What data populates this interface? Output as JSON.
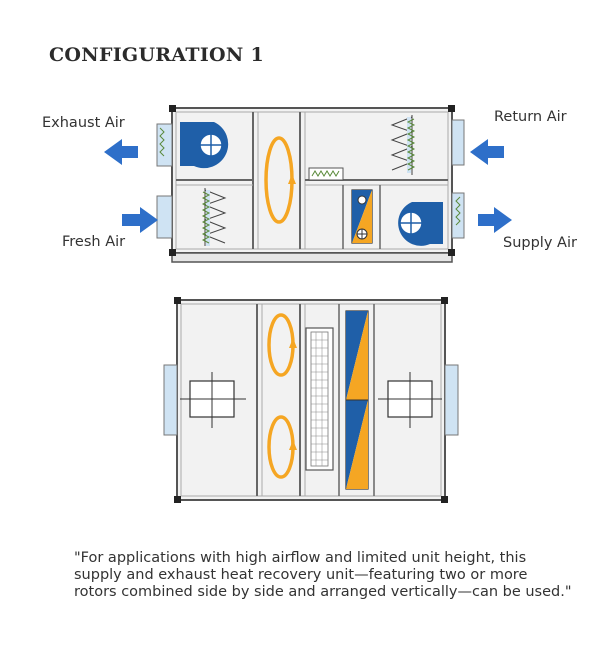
{
  "title": "CONFIGURATION 1",
  "labels": {
    "exhaust_air": "Exhaust Air",
    "return_air": "Return Air",
    "fresh_air": "Fresh Air",
    "supply_air": "Supply Air"
  },
  "caption": "\"For applications with high airflow and limited unit height, this supply and exhaust heat recovery unit—featuring two or more rotors combined side by side and arranged vertically—can be used.\"",
  "colors": {
    "frame": "#555555",
    "panel": "#f2f2f2",
    "fan_blue": "#1f5fa8",
    "arrow_blue": "#2e6fc9",
    "rotor_orange": "#f5a623",
    "damper_blue": "#cfe3f3"
  },
  "icons": [
    "blower-fan-icon",
    "filter-icon",
    "heat-wheel-icon",
    "heating-coil-icon",
    "heat-exchanger-icon",
    "damper-icon",
    "flow-arrow-icon"
  ]
}
